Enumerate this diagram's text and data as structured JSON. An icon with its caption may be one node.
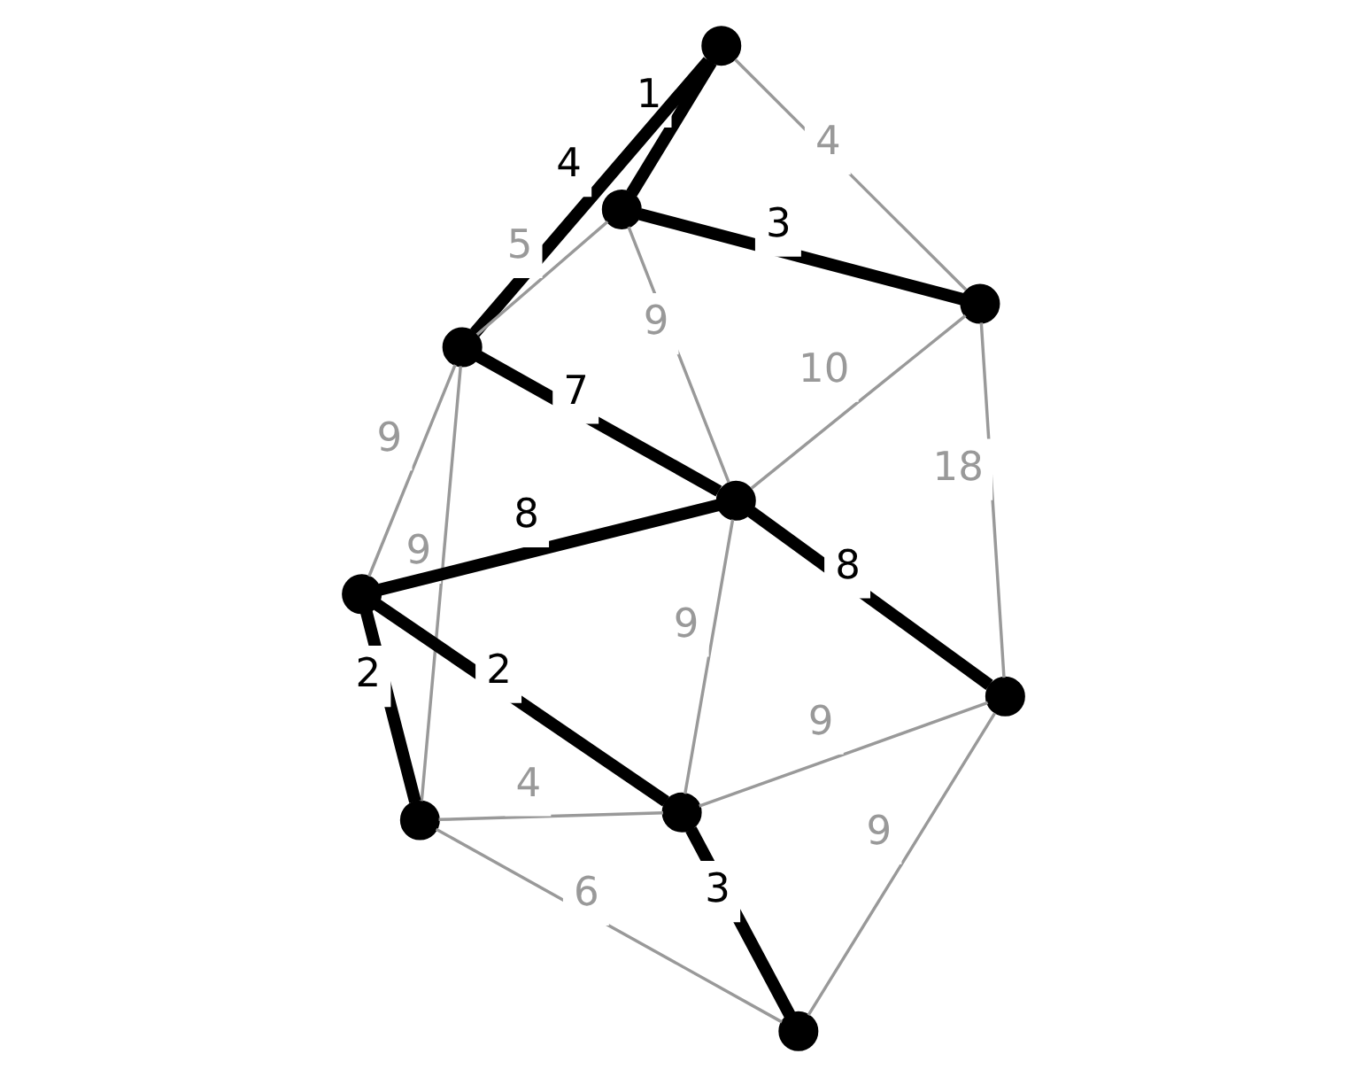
{
  "diagram": {
    "nodes": [
      {
        "text": [],
        "shape": "circle"
      },
      {
        "text": [],
        "shape": "circle"
      },
      {
        "text": [],
        "shape": "circle"
      },
      {
        "text": [],
        "shape": "circle"
      },
      {
        "text": [],
        "shape": "circle"
      },
      {
        "text": [],
        "shape": "circle"
      },
      {
        "text": [],
        "shape": "circle"
      },
      {
        "text": [],
        "shape": "circle"
      },
      {
        "text": [],
        "shape": "circle"
      },
      {
        "text": [],
        "shape": "circle"
      }
    ],
    "edges": [
      {
        "from": 1,
        "to": 0,
        "arrow": "none",
        "label": "4",
        "style": "thick",
        "color": "#000000"
      },
      {
        "from": 0,
        "to": 2,
        "arrow": "none",
        "label": "1",
        "style": "thick",
        "color": "#000000"
      },
      {
        "from": 2,
        "to": 3,
        "arrow": "none",
        "label": "3",
        "style": "thick",
        "color": "#000000"
      },
      {
        "from": 0,
        "to": 3,
        "arrow": "none",
        "label": "4"
      },
      {
        "from": 1,
        "to": 2,
        "arrow": "none",
        "label": "5"
      },
      {
        "from": 4,
        "to": 1,
        "arrow": "none",
        "label": "9"
      },
      {
        "from": 5,
        "to": 1,
        "arrow": "none",
        "label": "9"
      },
      {
        "from": 1,
        "to": 7,
        "arrow": "none",
        "label": "7",
        "style": "thick",
        "color": "#000000"
      },
      {
        "from": 2,
        "to": 7,
        "arrow": "none",
        "label": "9"
      },
      {
        "from": 3,
        "to": 7,
        "arrow": "none",
        "label": "10"
      },
      {
        "from": 3,
        "to": 9,
        "arrow": "none",
        "label": "18"
      },
      {
        "from": 4,
        "to": 5,
        "arrow": "none",
        "label": "2",
        "style": "thick",
        "color": "#000000"
      },
      {
        "from": 4,
        "to": 6,
        "arrow": "none",
        "label": "4"
      },
      {
        "from": 4,
        "to": 8,
        "arrow": "none",
        "label": "6"
      },
      {
        "from": 5,
        "to": 6,
        "arrow": "none",
        "label": "2",
        "style": "thick",
        "color": "#000000"
      },
      {
        "from": 5,
        "to": 7,
        "arrow": "none",
        "label": "8",
        "style": "thick",
        "color": "#000000"
      },
      {
        "from": 6,
        "to": 7,
        "arrow": "none",
        "label": "9"
      },
      {
        "from": 6,
        "to": 8,
        "arrow": "none",
        "label": "3",
        "style": "thick",
        "color": "#000000"
      },
      {
        "from": 6,
        "to": 9,
        "arrow": "none",
        "label": "9"
      },
      {
        "from": 8,
        "to": 9,
        "arrow": "none",
        "label": "9"
      },
      {
        "from": 7,
        "to": 9,
        "arrow": "none",
        "label": "8",
        "style": "thick",
        "color": "#000000"
      }
    ]
  }
}
